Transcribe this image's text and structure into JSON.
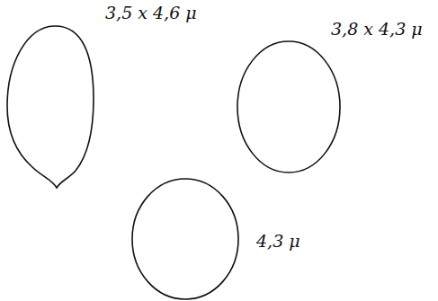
{
  "diagram": {
    "labels": [
      "3,5 x 4,6 μ",
      "3,8 x 4,3 μ",
      "4,3 μ"
    ]
  }
}
